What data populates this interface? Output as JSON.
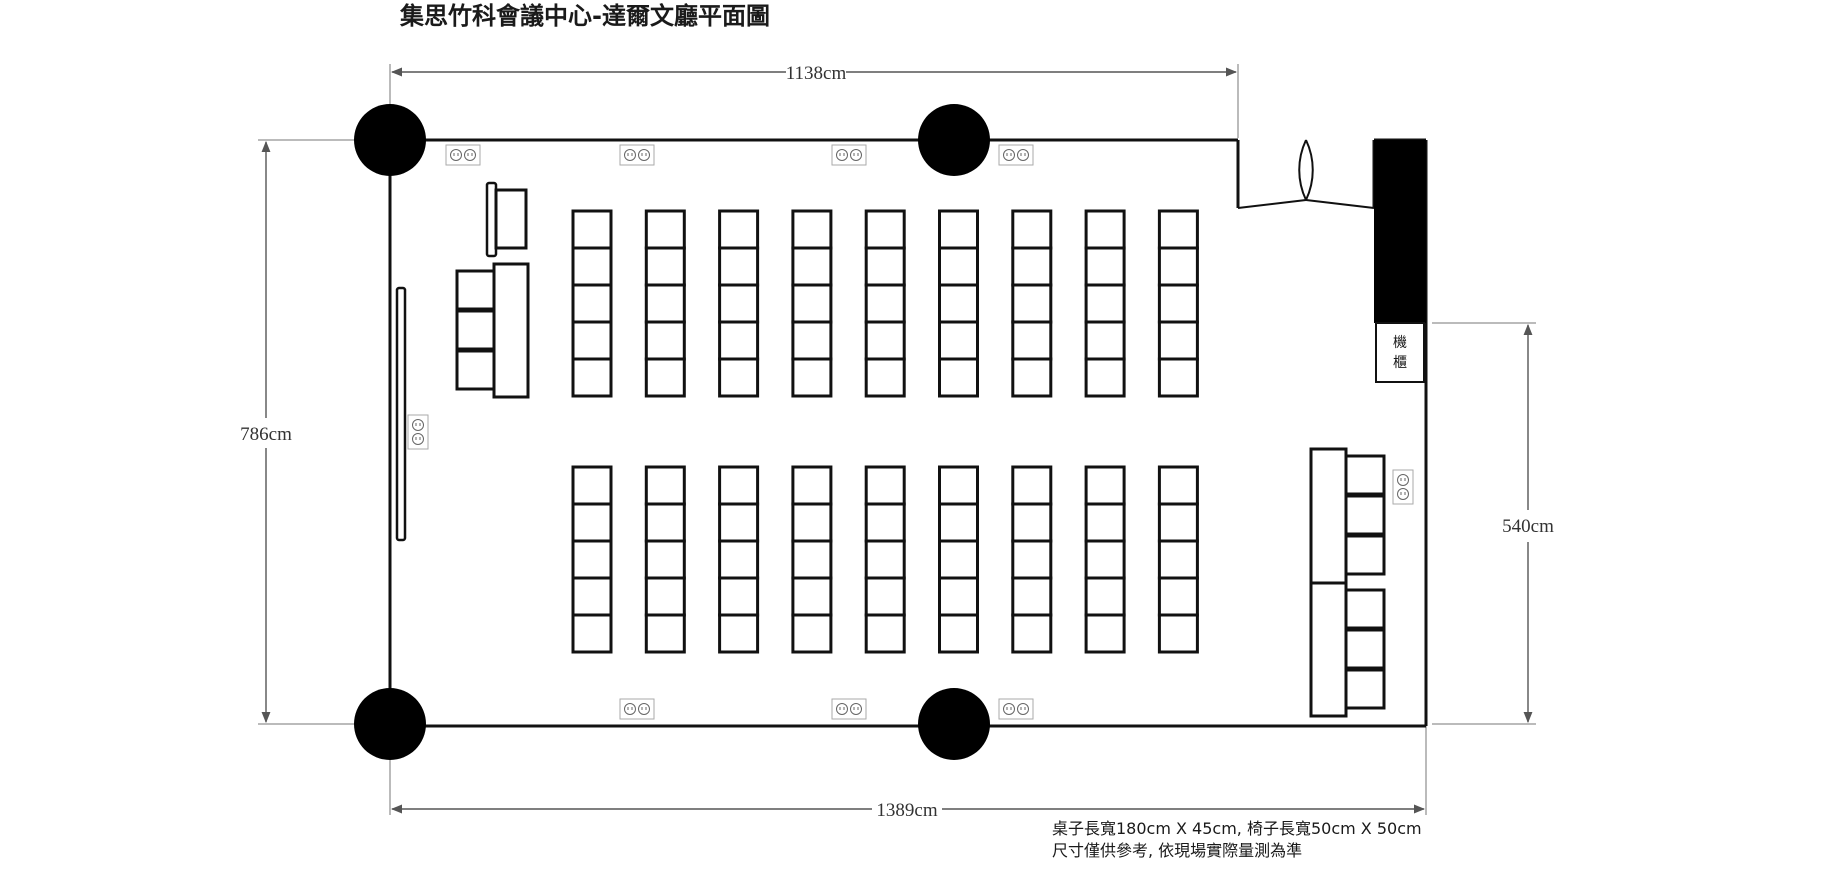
{
  "title": "集思竹科會議中心-達爾文廳平面圖",
  "dimensions": {
    "top_width": "1138cm",
    "bottom_width": "1389cm",
    "left_height": "786cm",
    "right_height": "540cm"
  },
  "cabinet_label": [
    "機",
    "櫃"
  ],
  "notes": [
    "桌子長寬180cm X 45cm, 椅子長寬50cm X 50cm",
    "尺寸僅供參考, 依現場實際量測為準"
  ],
  "seating": {
    "columns": 9,
    "rows_per_block": 5,
    "blocks": 2
  },
  "colors": {
    "wall": "#111111",
    "dimension": "#555555",
    "pillar": "#000000"
  }
}
